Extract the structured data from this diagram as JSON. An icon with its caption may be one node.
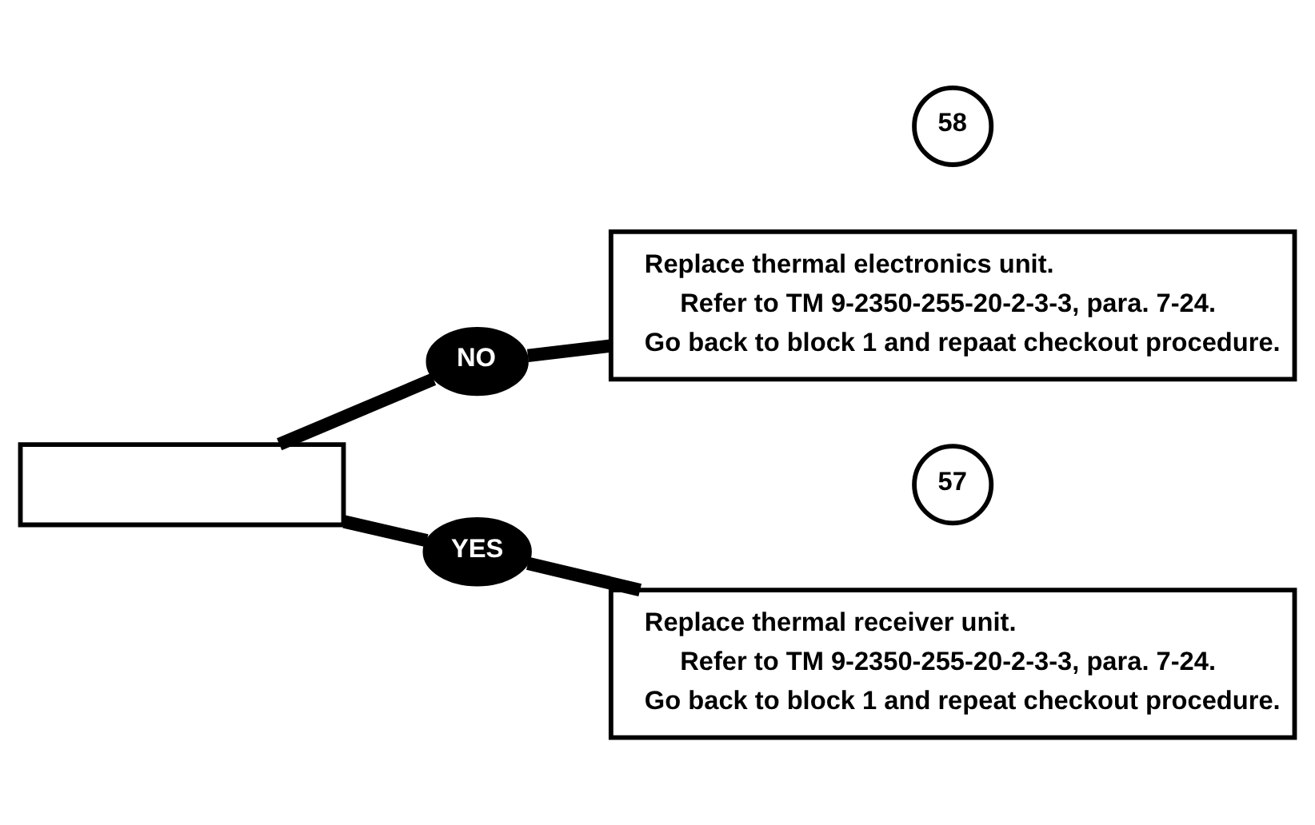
{
  "diagram": {
    "nodes": [
      {
        "text": [],
        "shape": "box"
      },
      {
        "text": [
          "NO"
        ]
      },
      {
        "text": [
          "58"
        ]
      },
      {
        "text": [
          "Replace thermal electronics unit.",
          "Refer to TM 9-2350-255-20-2-3-3, para. 7-24.",
          "Go back to block 1 and repaat checkout procedure."
        ]
      },
      {
        "text": [
          "YES"
        ]
      },
      {
        "text": [
          "57"
        ]
      },
      {
        "text": [
          "Replace thermal receiver unit.",
          "Refer to TM 9-2350-255-20-2-3-3, para. 7-24.",
          "Go back to block 1 and repeat checkout procedure."
        ]
      }
    ],
    "edges": [
      {
        "from": 0,
        "to": 1,
        "arrow": "none"
      },
      {
        "from": 1,
        "to": 3,
        "arrow": "none"
      },
      {
        "from": 0,
        "to": 4,
        "arrow": "none"
      },
      {
        "from": 4,
        "to": 6,
        "arrow": "none"
      }
    ]
  }
}
